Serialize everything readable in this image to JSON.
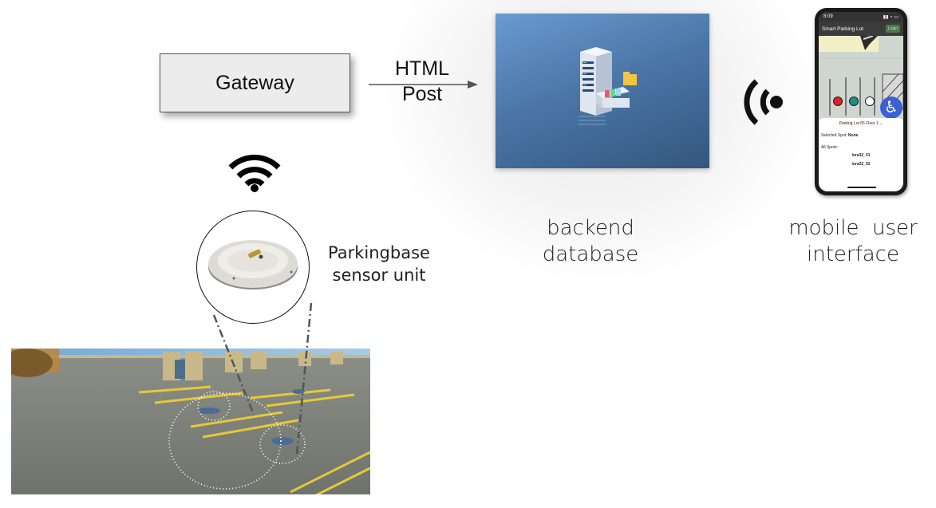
{
  "diagram": {
    "gateway": {
      "label": "Gateway"
    },
    "connection": {
      "label_line1": "HTML",
      "label_line2": "Post"
    },
    "backend": {
      "caption_line1": "backend",
      "caption_line2": "database"
    },
    "mobile": {
      "caption_line1": "mobile  user",
      "caption_line2": "interface",
      "app": {
        "status_time": "8:09",
        "title": "Smart Parking Lot",
        "login_label": "Login",
        "panel_title": "Parking Lot 65 Floor 1",
        "selected_label": "Selected Spot:",
        "selected_value": "None",
        "all_spots_label": "All Spots:",
        "spots": [
          "lora32_01",
          "lora32_02"
        ]
      }
    },
    "sensor": {
      "label_line1": "Parkingbase",
      "label_line2": "sensor unit"
    }
  },
  "icons": {
    "sensor_wifi": "wifi-icon",
    "mobile_signal": "signal-waves-icon",
    "server": "server-icon",
    "accessibility": "wheelchair-icon"
  },
  "colors": {
    "backend_bg": "#4b77a8",
    "spot_red": "#e0202a",
    "spot_teal": "#1f8c86",
    "access_blue": "#3c5fd6",
    "lane_yellow": "#e8c838"
  }
}
